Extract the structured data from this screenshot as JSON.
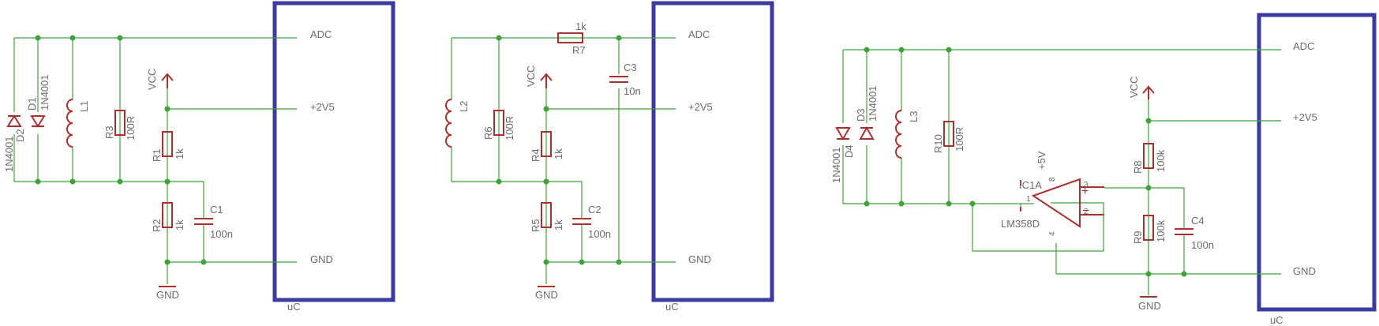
{
  "circuit1": {
    "labels": {
      "adc": "ADC",
      "v25": "+2V5",
      "gnd_pin": "GND",
      "uc": "uC",
      "d1": "D1",
      "d1_val": "1N4001",
      "d2": "D2",
      "d2_val": "1N4001",
      "l1": "L1",
      "r3": "R3",
      "r3_val": "100R",
      "r1": "R1",
      "r1_val": "1k",
      "r2": "R2",
      "r2_val": "1k",
      "c1": "C1",
      "c1_val": "100n",
      "vcc": "VCC",
      "gnd": "GND"
    }
  },
  "circuit2": {
    "labels": {
      "adc": "ADC",
      "v25": "+2V5",
      "gnd_pin": "GND",
      "uc": "uC",
      "r7": "R7",
      "r7_val": "1k",
      "c3": "C3",
      "c3_val": "10n",
      "l2": "L2",
      "r6": "R6",
      "r6_val": "100R",
      "r4": "R4",
      "r4_val": "1k",
      "r5": "R5",
      "r5_val": "1k",
      "c2": "C2",
      "c2_val": "100n",
      "vcc": "VCC",
      "gnd": "GND"
    }
  },
  "circuit3": {
    "labels": {
      "adc": "ADC",
      "v25": "+2V5",
      "gnd_pin": "GND",
      "uc": "uC",
      "d3": "D3",
      "d3_val": "1N4001",
      "d4": "D4",
      "d4_val": "1N4001",
      "l3": "L3",
      "r10": "R10",
      "r10_val": "100R",
      "ic": "IC1A",
      "ic_val": "LM358D",
      "pin1": "1",
      "pin2": "2",
      "pin3": "3",
      "pin4": "4",
      "pin8": "8",
      "v5": "+5V",
      "plus": "+",
      "minus": "−",
      "r8": "R8",
      "r8_val": "100k",
      "r9": "R9",
      "r9_val": "100k",
      "c4": "C4",
      "c4_val": "100n",
      "vcc": "VCC",
      "gnd": "GND"
    }
  }
}
